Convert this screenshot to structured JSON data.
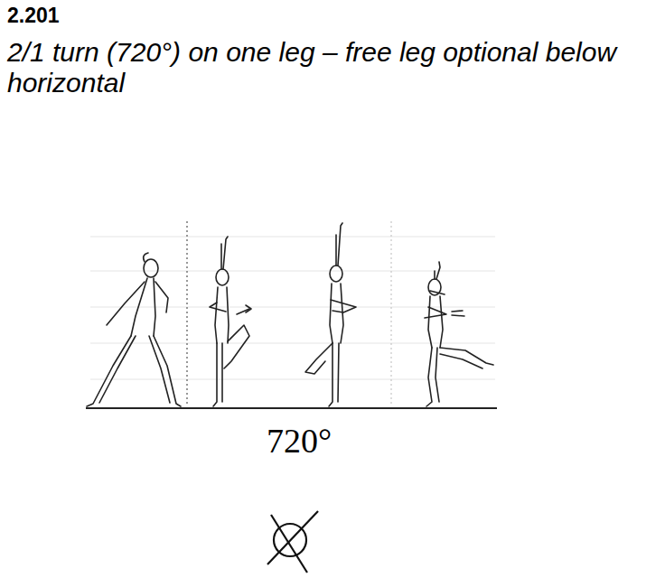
{
  "diagram": {
    "title": "2.201",
    "labels": [
      "2/1 turn (720°) on one leg – free leg optional below horizontal",
      "720°"
    ]
  }
}
